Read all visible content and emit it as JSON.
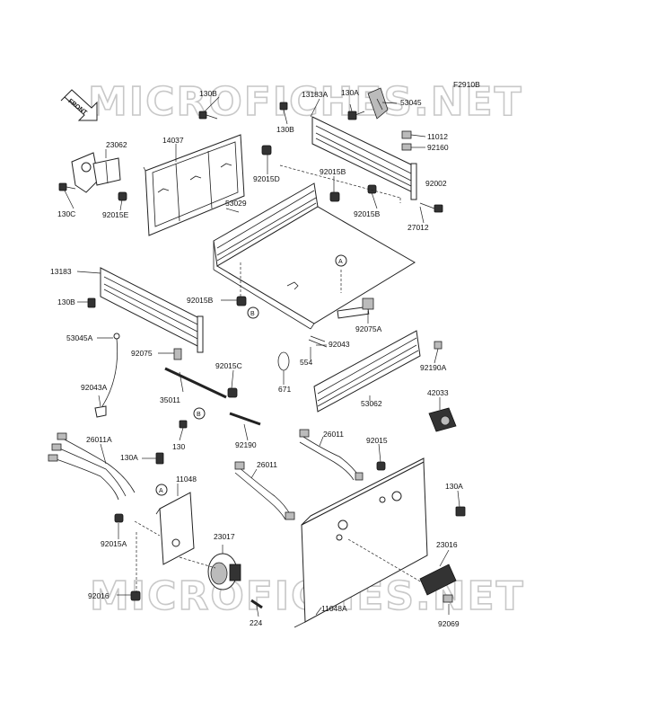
{
  "diagram": {
    "figure_code": "F2910B",
    "front_arrow_text": "FRONT",
    "watermark_top": "MICROFICHES.NET",
    "watermark_bottom": "MICROFICHES.NET",
    "reference_markers": [
      "A",
      "B"
    ],
    "labels": {
      "p130B_top": "130B",
      "p13183A": "13183A",
      "p130A_top": "130A",
      "p53045": "53045",
      "p130B_mid": "130B",
      "p11012": "11012",
      "p92160": "92160",
      "p23062": "23062",
      "p14037": "14037",
      "p92015D": "92015D",
      "p92015B_a": "92015B",
      "p92002": "92002",
      "p130C": "130C",
      "p92015E": "92015E",
      "p53029": "53029",
      "p92015B_b": "92015B",
      "p27012": "27012",
      "p13183": "13183",
      "p130B_left": "130B",
      "p92015B_c": "92015B",
      "p92075A": "92075A",
      "p53045A": "53045A",
      "p92043": "92043",
      "p92075": "92075",
      "p554": "554",
      "p92190A": "92190A",
      "p92015C": "92015C",
      "p92043A": "92043A",
      "p671": "671",
      "p35011": "35011",
      "p53062": "53062",
      "p42033": "42033",
      "p130": "130",
      "p92190": "92190",
      "p26011A": "26011A",
      "p26011_a": "26011",
      "p92015": "92015",
      "p130A_mid": "130A",
      "p11048": "11048",
      "p26011_b": "26011",
      "p130A_right": "130A",
      "p92015A": "92015A",
      "p23017": "23017",
      "p23016": "23016",
      "p92016": "92016",
      "p224": "224",
      "p11048A": "11048A",
      "p92069": "92069"
    }
  }
}
